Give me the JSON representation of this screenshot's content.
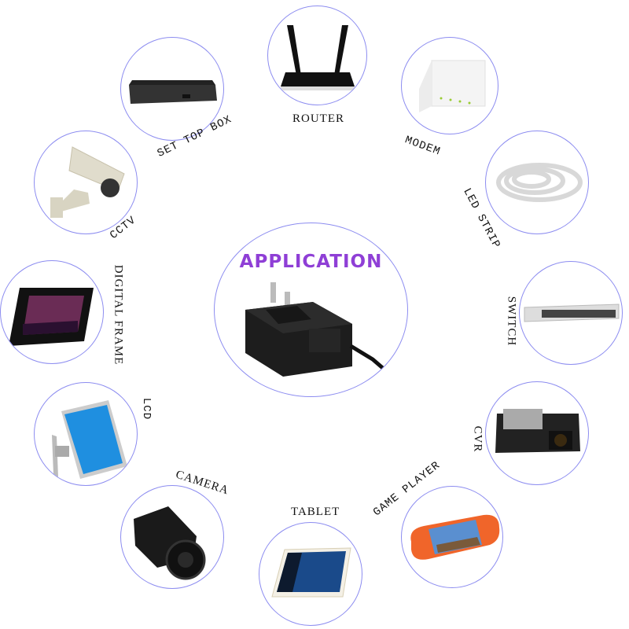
{
  "colors": {
    "ring_stroke": "#8c8cf0",
    "title": "#8f3fd6",
    "label": "#111111"
  },
  "center": {
    "title": "APPLICATION",
    "product": "wall-adapter-image"
  },
  "applications": [
    {
      "label": "ROUTER",
      "icon": "router-icon"
    },
    {
      "label": "MODEM",
      "icon": "modem-icon"
    },
    {
      "label": "LED STRIP",
      "icon": "led-strip-icon"
    },
    {
      "label": "SWITCH",
      "icon": "network-switch-icon"
    },
    {
      "label": "CVR",
      "icon": "dash-cam-icon"
    },
    {
      "label": "GAME PLAYER",
      "icon": "handheld-console-icon"
    },
    {
      "label": "TABLET",
      "icon": "tablet-icon"
    },
    {
      "label": "CAMERA",
      "icon": "camera-icon"
    },
    {
      "label": "LCD",
      "icon": "lcd-monitor-icon"
    },
    {
      "label": "DIGITAL FRAME",
      "icon": "digital-frame-icon"
    },
    {
      "label": "CCTV",
      "icon": "cctv-camera-icon"
    },
    {
      "label": "SET TOP BOX",
      "icon": "set-top-box-icon"
    }
  ]
}
